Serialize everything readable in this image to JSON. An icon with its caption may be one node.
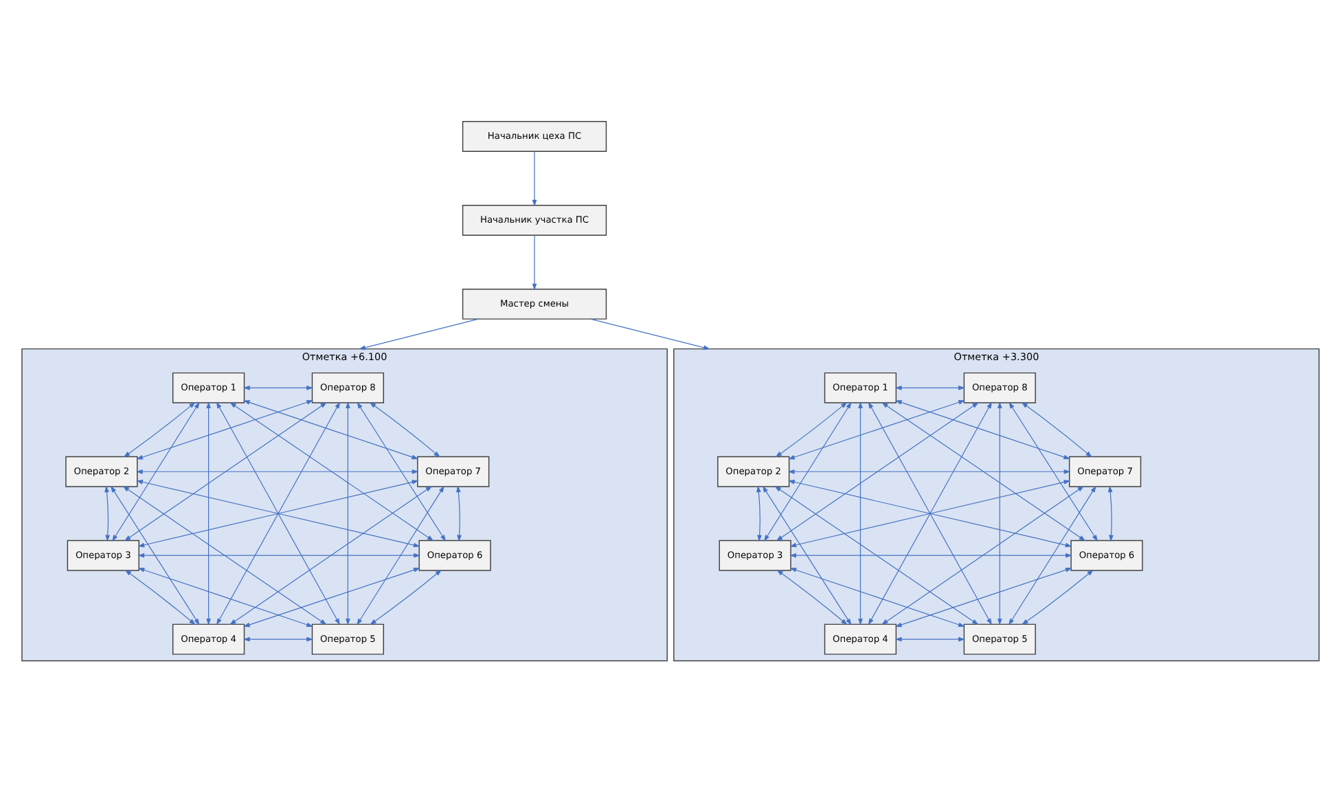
{
  "diagram": {
    "nodes": [
      {
        "text": [
          "Начальник цеха ПС"
        ]
      },
      {
        "text": [
          "Начальник участка ПС"
        ]
      },
      {
        "text": [
          "Мастер смены"
        ]
      },
      {
        "text": [
          "Отметка +6.100"
        ]
      },
      {
        "text": [
          "Оператор 1"
        ],
        "in": 3
      },
      {
        "text": [
          "Оператор 2"
        ],
        "in": 3
      },
      {
        "text": [
          "Оператор 3"
        ],
        "in": 3
      },
      {
        "text": [
          "Оператор 4"
        ],
        "in": 3
      },
      {
        "text": [
          "Оператор 5"
        ],
        "in": 3
      },
      {
        "text": [
          "Оператор 6"
        ],
        "in": 3
      },
      {
        "text": [
          "Оператор 7"
        ],
        "in": 3
      },
      {
        "text": [
          "Оператор 8"
        ],
        "in": 3
      },
      {
        "text": [
          "Отметка +3.300"
        ]
      },
      {
        "text": [
          "Оператор 1"
        ],
        "in": 12
      },
      {
        "text": [
          "Оператор 2"
        ],
        "in": 12
      },
      {
        "text": [
          "Оператор 3"
        ],
        "in": 12
      },
      {
        "text": [
          "Оператор 4"
        ],
        "in": 12
      },
      {
        "text": [
          "Оператор 5"
        ],
        "in": 12
      },
      {
        "text": [
          "Оператор 6"
        ],
        "in": 12
      },
      {
        "text": [
          "Оператор 7"
        ],
        "in": 12
      },
      {
        "text": [
          "Оператор 8"
        ],
        "in": 12
      }
    ],
    "edges": [
      {
        "from": 0,
        "to": 1,
        "arrow": "to"
      },
      {
        "from": 1,
        "to": 2,
        "arrow": "to"
      },
      {
        "from": 2,
        "to": 3,
        "arrow": "to"
      },
      {
        "from": 2,
        "to": 12,
        "arrow": "to"
      },
      {
        "from": 4,
        "to": 5,
        "arrow": "both"
      },
      {
        "from": 4,
        "to": 6,
        "arrow": "both"
      },
      {
        "from": 4,
        "to": 7,
        "arrow": "both"
      },
      {
        "from": 4,
        "to": 8,
        "arrow": "both"
      },
      {
        "from": 4,
        "to": 9,
        "arrow": "both"
      },
      {
        "from": 4,
        "to": 10,
        "arrow": "both"
      },
      {
        "from": 4,
        "to": 11,
        "arrow": "both"
      },
      {
        "from": 5,
        "to": 6,
        "arrow": "both"
      },
      {
        "from": 5,
        "to": 7,
        "arrow": "both"
      },
      {
        "from": 5,
        "to": 8,
        "arrow": "both"
      },
      {
        "from": 5,
        "to": 9,
        "arrow": "both"
      },
      {
        "from": 5,
        "to": 10,
        "arrow": "both"
      },
      {
        "from": 5,
        "to": 11,
        "arrow": "both"
      },
      {
        "from": 6,
        "to": 7,
        "arrow": "both"
      },
      {
        "from": 6,
        "to": 8,
        "arrow": "both"
      },
      {
        "from": 6,
        "to": 9,
        "arrow": "both"
      },
      {
        "from": 6,
        "to": 10,
        "arrow": "both"
      },
      {
        "from": 6,
        "to": 11,
        "arrow": "both"
      },
      {
        "from": 7,
        "to": 8,
        "arrow": "both"
      },
      {
        "from": 7,
        "to": 9,
        "arrow": "both"
      },
      {
        "from": 7,
        "to": 10,
        "arrow": "both"
      },
      {
        "from": 7,
        "to": 11,
        "arrow": "both"
      },
      {
        "from": 8,
        "to": 9,
        "arrow": "both"
      },
      {
        "from": 8,
        "to": 10,
        "arrow": "both"
      },
      {
        "from": 8,
        "to": 11,
        "arrow": "both"
      },
      {
        "from": 9,
        "to": 10,
        "arrow": "both"
      },
      {
        "from": 9,
        "to": 11,
        "arrow": "both"
      },
      {
        "from": 10,
        "to": 11,
        "arrow": "both"
      },
      {
        "from": 13,
        "to": 14,
        "arrow": "both"
      },
      {
        "from": 13,
        "to": 15,
        "arrow": "both"
      },
      {
        "from": 13,
        "to": 16,
        "arrow": "both"
      },
      {
        "from": 13,
        "to": 17,
        "arrow": "both"
      },
      {
        "from": 13,
        "to": 18,
        "arrow": "both"
      },
      {
        "from": 13,
        "to": 19,
        "arrow": "both"
      },
      {
        "from": 13,
        "to": 20,
        "arrow": "both"
      },
      {
        "from": 14,
        "to": 15,
        "arrow": "both"
      },
      {
        "from": 14,
        "to": 16,
        "arrow": "both"
      },
      {
        "from": 14,
        "to": 17,
        "arrow": "both"
      },
      {
        "from": 14,
        "to": 18,
        "arrow": "both"
      },
      {
        "from": 14,
        "to": 19,
        "arrow": "both"
      },
      {
        "from": 14,
        "to": 20,
        "arrow": "both"
      },
      {
        "from": 15,
        "to": 16,
        "arrow": "both"
      },
      {
        "from": 15,
        "to": 17,
        "arrow": "both"
      },
      {
        "from": 15,
        "to": 18,
        "arrow": "both"
      },
      {
        "from": 15,
        "to": 19,
        "arrow": "both"
      },
      {
        "from": 15,
        "to": 20,
        "arrow": "both"
      },
      {
        "from": 16,
        "to": 17,
        "arrow": "both"
      },
      {
        "from": 16,
        "to": 18,
        "arrow": "both"
      },
      {
        "from": 16,
        "to": 19,
        "arrow": "both"
      },
      {
        "from": 16,
        "to": 20,
        "arrow": "both"
      },
      {
        "from": 17,
        "to": 18,
        "arrow": "both"
      },
      {
        "from": 17,
        "to": 19,
        "arrow": "both"
      },
      {
        "from": 17,
        "to": 20,
        "arrow": "both"
      },
      {
        "from": 18,
        "to": 19,
        "arrow": "both"
      },
      {
        "from": 18,
        "to": 20,
        "arrow": "both"
      },
      {
        "from": 19,
        "to": 20,
        "arrow": "both"
      }
    ]
  }
}
